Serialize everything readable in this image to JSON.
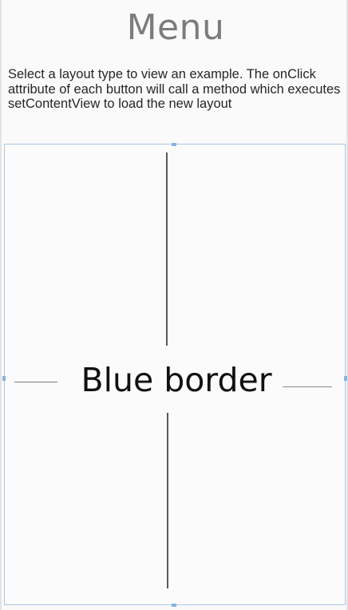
{
  "screen": {
    "title": "Menu",
    "description": "Select a layout type to view an example. The onClick attribute of each button will call a method which executes setContentView to load the new layout"
  },
  "canvas": {
    "center_label": "Blue border",
    "border_color": "#a9c8ea",
    "guide_color": "#5a5a5a"
  }
}
